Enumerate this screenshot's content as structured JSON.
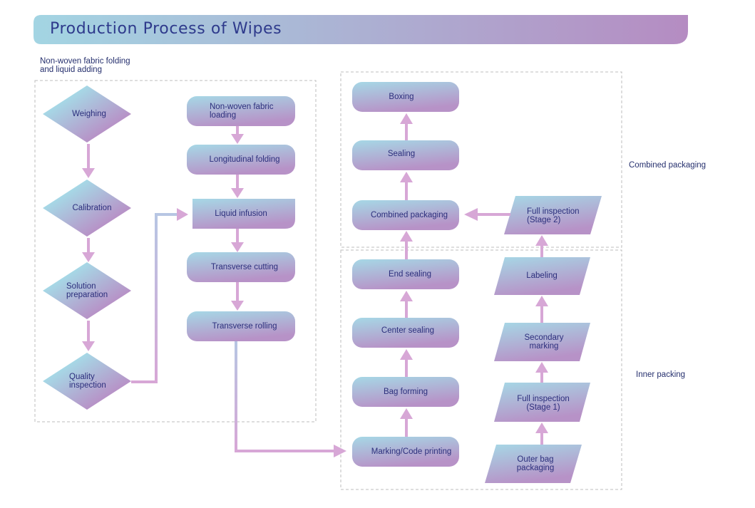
{
  "title": "Production Process of Wipes",
  "sections": {
    "folding": "Non-woven fabric folding\nand liquid adding",
    "combined": "Combined packaging",
    "inner": "Inner packing"
  },
  "nodes": {
    "weighing": "Weighing",
    "calibration": "Calibration",
    "solution_preparation": "Solution\npreparation",
    "quality_inspection": "Quality\ninspection",
    "fabric_loading": "Non-woven fabric\nloading",
    "longitudinal_folding": "Longitudinal folding",
    "liquid_infusion": "Liquid infusion",
    "transverse_cutting": "Transverse cutting",
    "transverse_rolling": "Transverse rolling",
    "boxing": "Boxing",
    "sealing": "Sealing",
    "combined_packaging": "Combined packaging",
    "full_inspection_2": "Full inspection\n(Stage 2)",
    "end_sealing": "End sealing",
    "labeling": "Labeling",
    "center_sealing": "Center sealing",
    "secondary_marking": "Secondary\nmarking",
    "bag_forming": "Bag forming",
    "full_inspection_1": "Full inspection\n(Stage 1)",
    "marking_code_printing": "Marking/Code printing",
    "outer_bag_packaging": "Outer bag\npackaging"
  },
  "colors": {
    "shape_light": "#a6d8e6",
    "shape_dark": "#b792c7",
    "arrow": "#d7a7d6",
    "banner_start": "#a3d5e3",
    "banner_end": "#b58cc2",
    "text": "#2c2f7c",
    "dashed_border": "#bdbdbd"
  }
}
